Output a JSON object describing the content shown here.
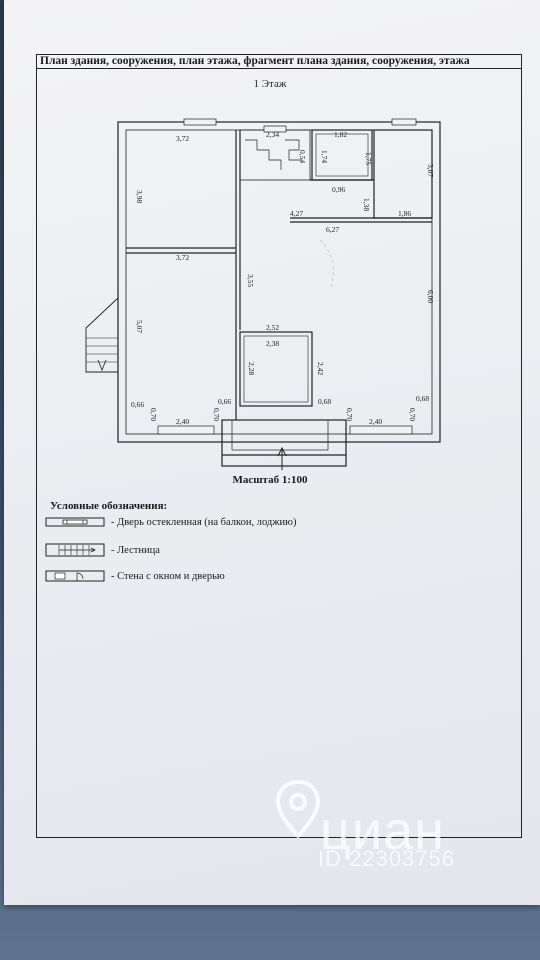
{
  "header": {
    "title": "План здания, сооружения, план этажа, фрагмент плана здания, сооружения, этажа"
  },
  "floor_label": "1 Этаж",
  "scale_label": "Масштаб 1:100",
  "legend": {
    "title": "Условные обозначения:",
    "items": [
      {
        "icon": "glazed-door-icon",
        "label": "- Дверь остекленная (на балкон, лоджию)"
      },
      {
        "icon": "stairs-icon",
        "label": "- Лестница"
      },
      {
        "icon": "wall-window-door-icon",
        "label": "- Стена с окном и дверью"
      }
    ]
  },
  "dimensions": {
    "d_372_top": "3,72",
    "d_398": "3,98",
    "d_234": "2,34",
    "d_182": "1,82",
    "d_174": "1,74",
    "d_175": "1,75",
    "d_054": "0,54",
    "d_096": "0,96",
    "d_307": "3,07",
    "d_138": "1,38",
    "d_186": "1,86",
    "d_427": "4,27",
    "d_627": "6,27",
    "d_372_mid": "3,72",
    "d_355": "3,55",
    "d_507": "5,07",
    "d_600": "6,00",
    "d_252": "2,52",
    "d_238": "2,38",
    "d_228": "2,28",
    "d_242": "2,42",
    "d_066_l": "0,66",
    "d_070_l1": "0,70",
    "d_240_l": "2,40",
    "d_070_l2": "0,70",
    "d_066_r": "0,66",
    "d_068_l": "0,68",
    "d_070_r1": "0,70",
    "d_240_r": "2,40",
    "d_070_r2": "0,70",
    "d_068_r": "0,68"
  },
  "watermark": {
    "brand": "циан",
    "id": "ID 22303756"
  }
}
